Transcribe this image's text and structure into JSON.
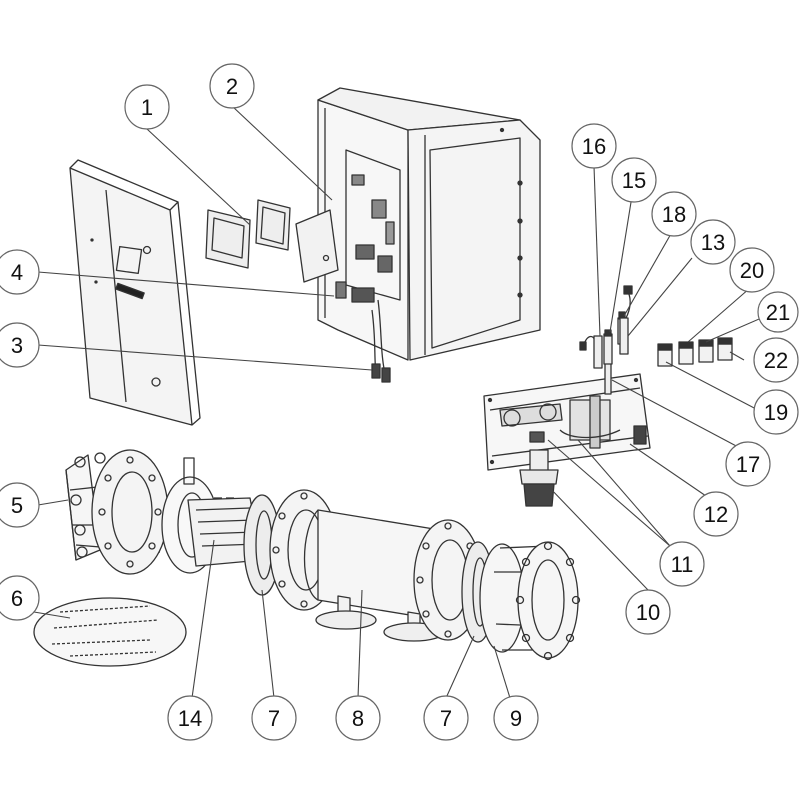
{
  "colors": {
    "background": "#ffffff",
    "line": "#333333",
    "callout_fill": "#ffffff",
    "callout_stroke": "#666666",
    "part_fill": "#f4f4f4",
    "dark": "#222222"
  },
  "callouts": [
    {
      "id": "c1",
      "label": "1"
    },
    {
      "id": "c2",
      "label": "2"
    },
    {
      "id": "c3",
      "label": "3"
    },
    {
      "id": "c4",
      "label": "4"
    },
    {
      "id": "c5",
      "label": "5"
    },
    {
      "id": "c6",
      "label": "6"
    },
    {
      "id": "c7a",
      "label": "7"
    },
    {
      "id": "c7b",
      "label": "7"
    },
    {
      "id": "c8",
      "label": "8"
    },
    {
      "id": "c9",
      "label": "9"
    },
    {
      "id": "c10",
      "label": "10"
    },
    {
      "id": "c11",
      "label": "11"
    },
    {
      "id": "c12",
      "label": "12"
    },
    {
      "id": "c13",
      "label": "13"
    },
    {
      "id": "c14",
      "label": "14"
    },
    {
      "id": "c15",
      "label": "15"
    },
    {
      "id": "c16",
      "label": "16"
    },
    {
      "id": "c17",
      "label": "17"
    },
    {
      "id": "c18",
      "label": "18"
    },
    {
      "id": "c19",
      "label": "19"
    },
    {
      "id": "c20",
      "label": "20"
    },
    {
      "id": "c21",
      "label": "21"
    },
    {
      "id": "c22",
      "label": "22"
    }
  ]
}
